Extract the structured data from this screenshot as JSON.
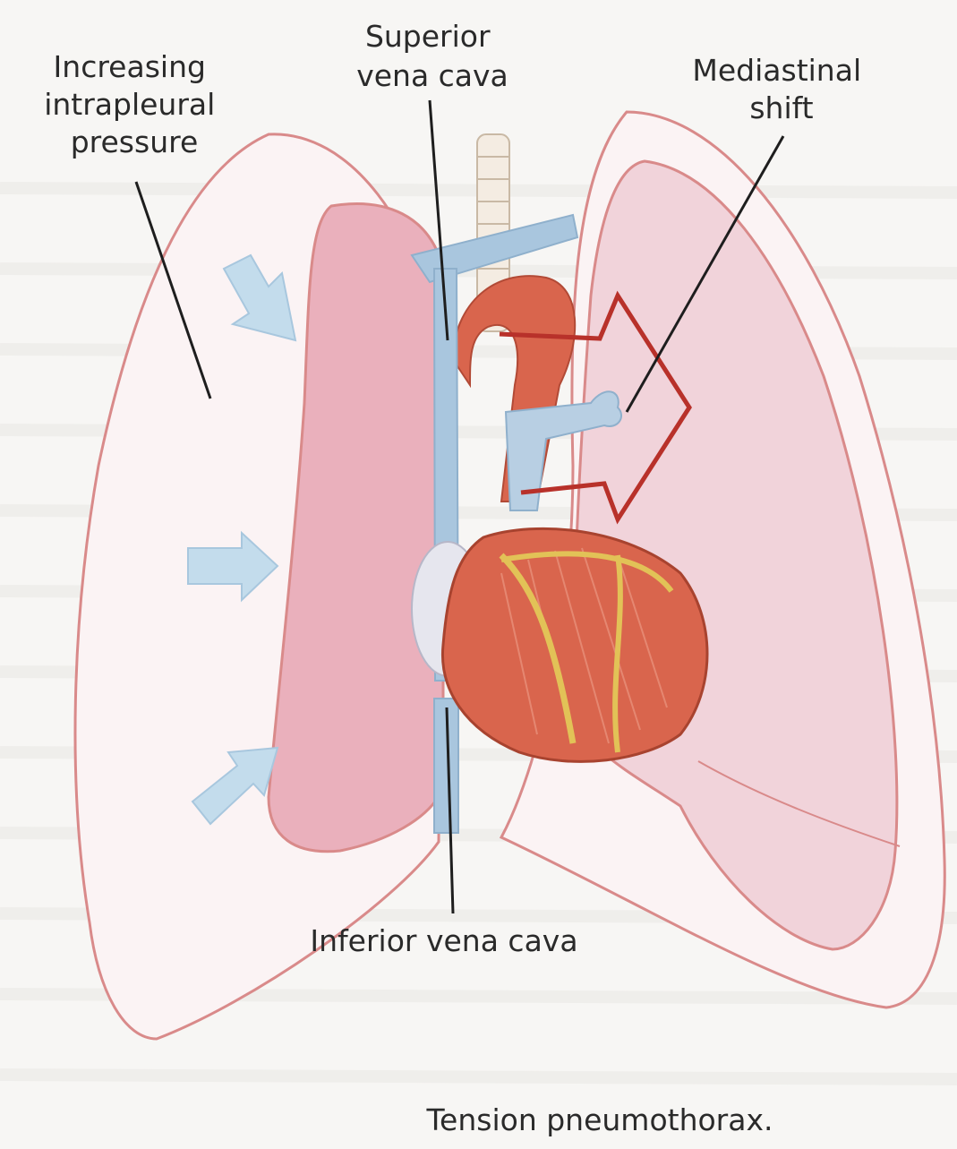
{
  "labels": {
    "increasing_pressure": [
      "Increasing",
      "intrapleural",
      "pressure"
    ],
    "superior_vena_cava": [
      "Superior",
      "vena cava"
    ],
    "mediastinal_shift": [
      "Mediastinal",
      "shift"
    ],
    "inferior_vena_cava": "Inferior vena cava"
  },
  "caption": "Tension pneumothorax.",
  "colors": {
    "pleura_outline": "#d98a8a",
    "lung_fill": "#eab0bc",
    "heart": "#d9654d",
    "coronary": "#e2c257",
    "vein": "#a9c6de",
    "pressure_arrow": "#c3dcec",
    "shift_arrow": "#b8312a"
  }
}
